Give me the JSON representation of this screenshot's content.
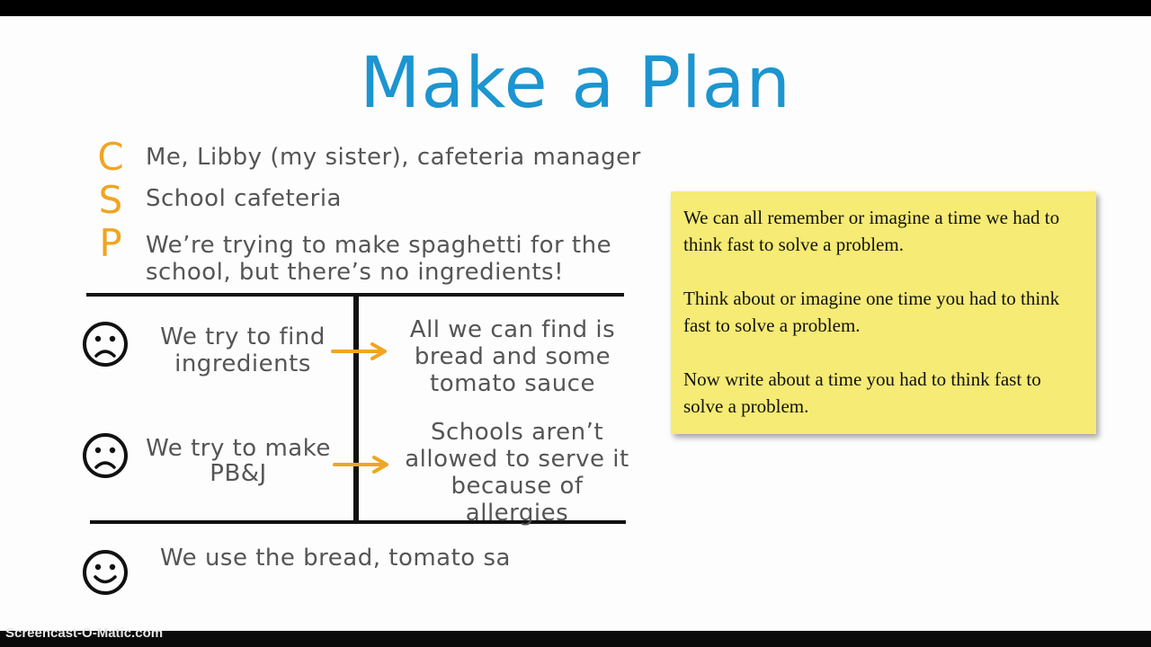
{
  "title": "Make a Plan",
  "csp": {
    "c_letter": "C",
    "c_text": "Me, Libby (my sister), cafeteria manager",
    "s_letter": "S",
    "s_text": "School cafeteria",
    "p_letter": "P",
    "p_text_line1": "We’re trying to make spaghetti for the",
    "p_text_line2": "school, but there’s no ingredients!"
  },
  "rows": [
    {
      "face": "sad-face-icon",
      "try_line1": "We try to find",
      "try_line2": "ingredients",
      "result_line1": "All we can find is",
      "result_line2": "bread and some",
      "result_line3": "tomato sauce"
    },
    {
      "face": "sad-face-icon",
      "try_line1": "We try to make",
      "try_line2": "PB&J",
      "result_line1": "Schools aren’t",
      "result_line2": "allowed to serve it",
      "result_line3": "because of allergies"
    }
  ],
  "outcome": {
    "face": "happy-face-icon",
    "text": "We use the bread, tomato sa"
  },
  "note": {
    "para1": "We can all remember or imagine  a time we had to think fast to solve a problem.",
    "para2": "Think about or imagine one time you had to think fast to solve a problem.",
    "para3": "Now write about a time you had to think fast to solve a problem."
  },
  "watermark": "Screencast-O-Matic.com",
  "colors": {
    "title": "#1c95d0",
    "letters": "#f0a521",
    "arrows": "#f0a521",
    "note_bg": "#f6eb74",
    "text": "#555555"
  }
}
